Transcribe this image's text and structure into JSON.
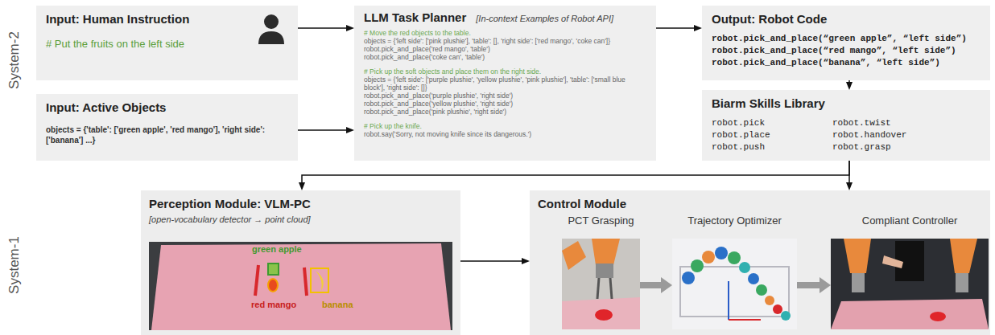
{
  "diagram": {
    "nodes": [
      {
        "text": [
          "Input: Human Instruction",
          "# Put the fruits on the left side"
        ]
      },
      {
        "text": [
          "Input: Active Objects",
          "objects = {'table': ['green apple', 'red mango'], 'right side': ['banana'] ...}"
        ]
      },
      {
        "text": [
          "LLM Task Planner",
          "[In-context Examples of Robot API]",
          "# Move the red objects to the table.",
          "objects = {'left side': ['pink plushie'], 'table': [], 'right side': ['red mango', 'coke can']}",
          "robot.pick_and_place('red mango', 'table')",
          "robot.pick_and_place('coke can', 'table')",
          "# Pick up the soft objects and place them on the right side.",
          "objects = {'left side': ['purple plushie', 'yellow plushie', 'pink plushie'], 'table': ['small blue block'], 'right side': []}",
          "robot.pick_and_place('purple plushie', 'right side')",
          "robot.pick_and_place('yellow plushie', 'right side')",
          "robot.pick_and_place('pink plushie', 'right side')",
          "# Pick up the knife.",
          "robot.say('Sorry, not moving knife since its dangerous.')"
        ]
      },
      {
        "text": [
          "Output: Robot Code",
          "robot.pick_and_place(“green apple”, “left side”)",
          "robot.pick_and_place(“red mango”, “left side”)",
          "robot.pick_and_place(“banana”, “left side”)"
        ]
      },
      {
        "text": [
          "Biarm Skills Library",
          "robot.pick",
          "robot.twist",
          "robot.place",
          "robot.handover",
          "robot.push",
          "robot.grasp"
        ]
      },
      {
        "text": [
          "Perception Module: VLM-PC",
          "[open-vocabulary detector → point cloud]"
        ]
      },
      {
        "text": [
          "Control Module"
        ]
      },
      {
        "text": [
          "PCT Grasping"
        ],
        "in": 6
      },
      {
        "text": [
          "Trajectory Optimizer"
        ],
        "in": 6
      },
      {
        "text": [
          "Compliant Controller"
        ],
        "in": 6
      }
    ],
    "edges": [
      {
        "from": 0,
        "to": 2,
        "arrow": "to"
      },
      {
        "from": 1,
        "to": 2,
        "arrow": "to"
      },
      {
        "from": 2,
        "to": 3,
        "arrow": "to"
      },
      {
        "from": 3,
        "to": 4,
        "arrow": "to"
      },
      {
        "from": 4,
        "to": 5,
        "arrow": "to"
      },
      {
        "from": 4,
        "to": 6,
        "arrow": "to"
      },
      {
        "from": 5,
        "to": 6,
        "arrow": "to"
      },
      {
        "from": 7,
        "to": 8,
        "arrow": "to"
      },
      {
        "from": 8,
        "to": 9,
        "arrow": "to"
      }
    ],
    "labels": [
      "System-2",
      "System-1",
      "green apple",
      "red mango",
      "banana"
    ]
  }
}
